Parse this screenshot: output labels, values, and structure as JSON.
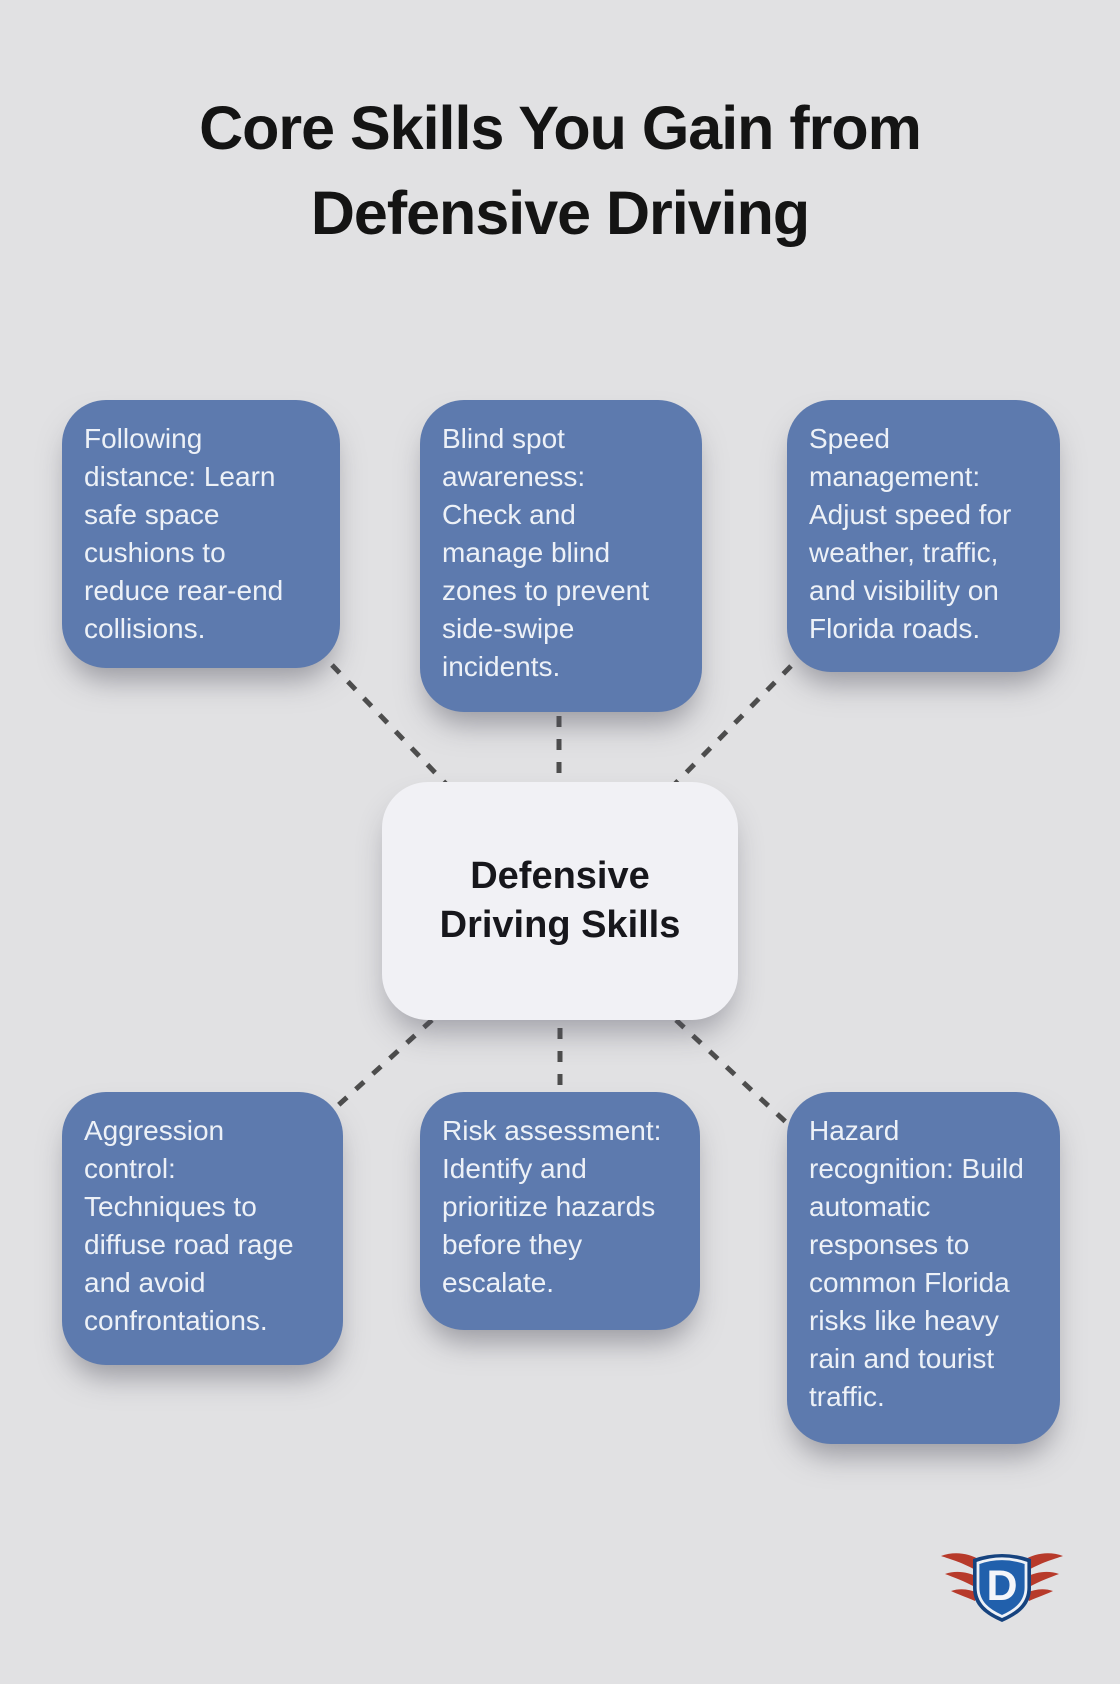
{
  "title": {
    "text": "Core Skills You Gain from\nDefensive Driving"
  },
  "center": {
    "label": "Defensive\nDriving Skills"
  },
  "skills": [
    {
      "id": "following-distance",
      "text": "Following\ndistance: Learn\nsafe space\ncushions to\nreduce rear-end\ncollisions."
    },
    {
      "id": "blind-spot-awareness",
      "text": "Blind spot\nawareness:\nCheck and\nmanage blind\nzones to prevent\nside-swipe\nincidents."
    },
    {
      "id": "speed-management",
      "text": "Speed\nmanagement:\nAdjust speed for\nweather, traffic,\nand visibility on\nFlorida roads."
    },
    {
      "id": "aggression-control",
      "text": "Aggression\ncontrol:\nTechniques to\ndiffuse road rage\nand avoid\nconfrontations."
    },
    {
      "id": "risk-assessment",
      "text": "Risk assessment:\nIdentify and\nprioritize hazards\nbefore they\nescalate."
    },
    {
      "id": "hazard-recognition",
      "text": "Hazard\nrecognition: Build\nautomatic\nresponses to\ncommon Florida\nrisks like heavy\nrain and tourist\ntraffic."
    }
  ],
  "logo": {
    "letter": "D"
  },
  "colors": {
    "background": "#e1e1e3",
    "card_blue": "#5d7aae",
    "card_text": "#edf1f7",
    "center_bg": "#f1f1f5",
    "title_text": "#141414",
    "connector_dash": "#4d4d4d",
    "logo_shield_outer": "#16437f",
    "logo_shield_inner": "#2160ac",
    "logo_shield_ring": "#edf1f7",
    "logo_wing_red": "#b73a2b"
  }
}
